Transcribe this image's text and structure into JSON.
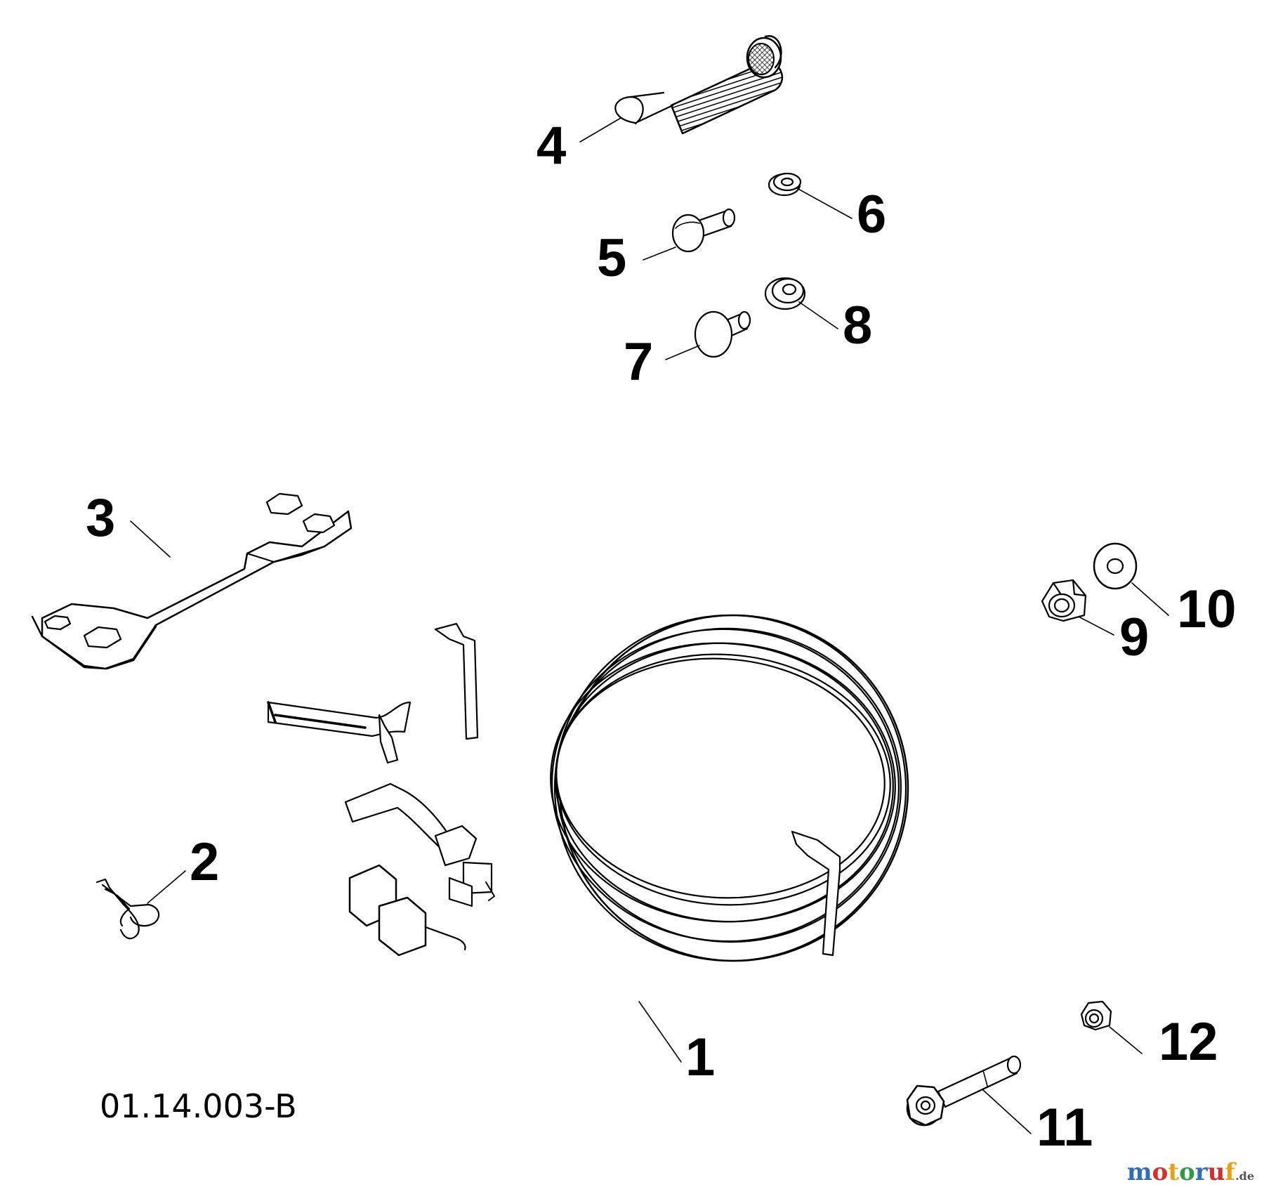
{
  "diagram": {
    "drawing_code": "01.14.003-B",
    "callouts": [
      "1",
      "2",
      "3",
      "4",
      "5",
      "6",
      "7",
      "8",
      "9",
      "10",
      "11",
      "12"
    ]
  },
  "watermark": {
    "letters": [
      "m",
      "o",
      "t",
      "o",
      "r",
      "u",
      "f"
    ],
    "letter_colors": [
      "#2f6fba",
      "#d62d2d",
      "#e8a21a",
      "#2e9a44",
      "#2f6fba",
      "#d62d2d",
      "#e8a21a"
    ],
    "tld": ".de",
    "tld_color": "#555555"
  },
  "colors": {
    "line": "#000000",
    "background": "#ffffff"
  }
}
